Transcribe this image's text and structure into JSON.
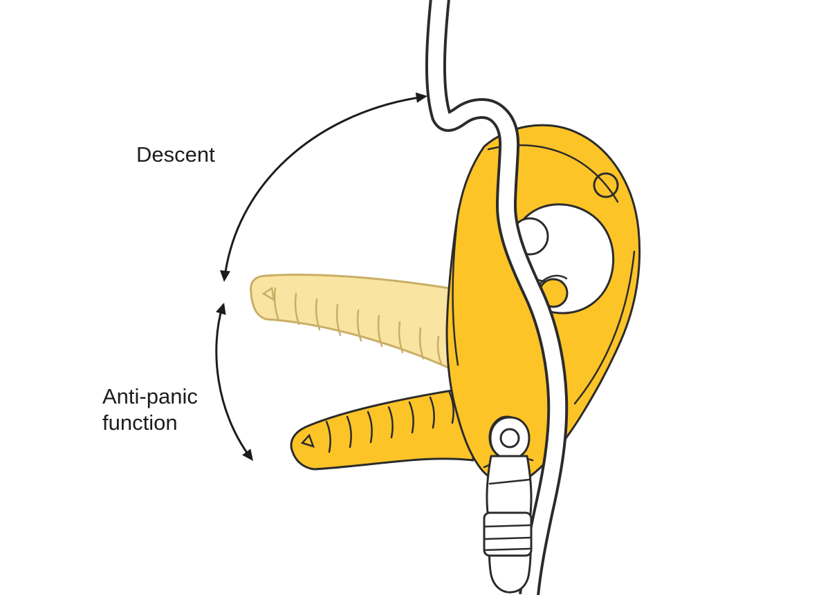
{
  "figure": {
    "labels": {
      "descent": "Descent",
      "anti_panic_line1": "Anti-panic",
      "anti_panic_line2": "function"
    },
    "colors": {
      "device_yellow": "#FDC428",
      "handle_ghost_fill": "#FAE4A2",
      "handle_ghost_stroke": "#C9AE66",
      "outline": "#2B2B2B",
      "rope_fill": "#FFFFFF",
      "label_text": "#1C1C1C",
      "background": "#FFFFFF"
    }
  }
}
